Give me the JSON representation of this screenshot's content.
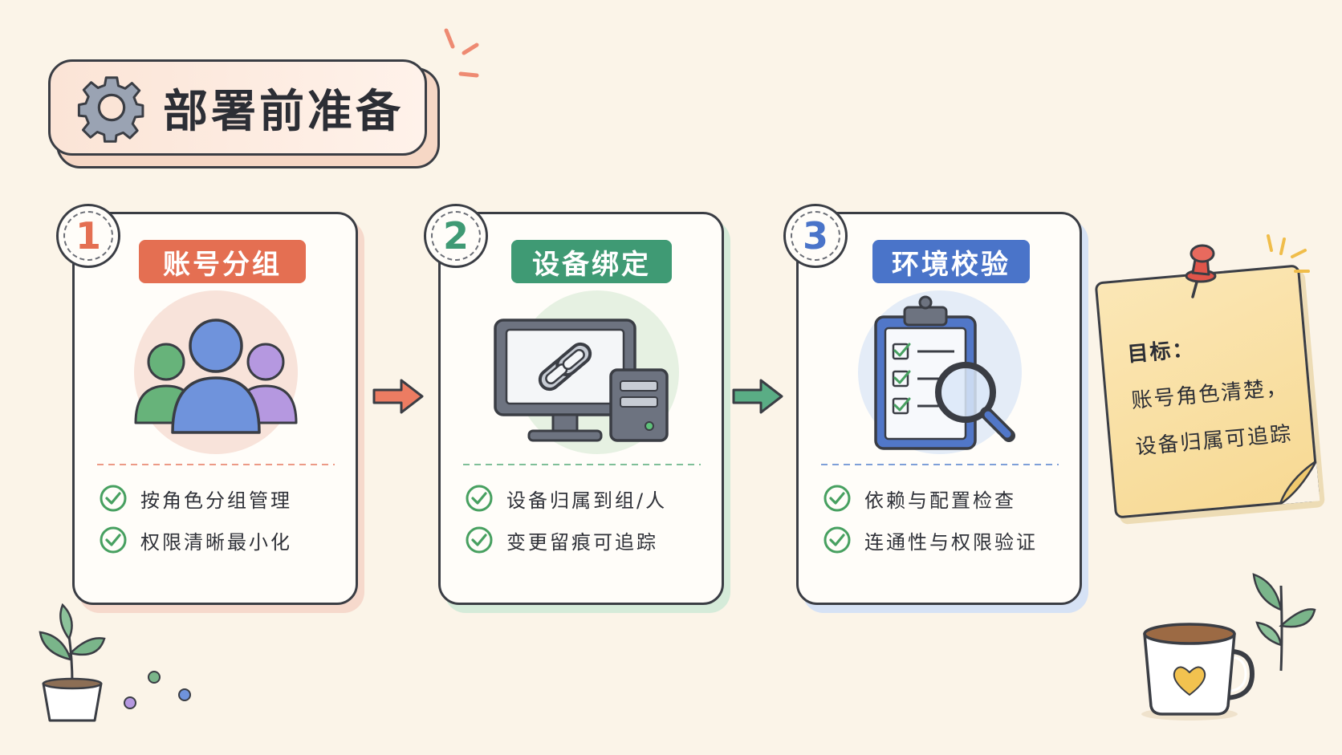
{
  "title": "部署前准备",
  "steps": [
    {
      "number": "1",
      "label": "账号分组",
      "color": "#e46f52",
      "items": [
        "按角色分组管理",
        "权限清晰最小化"
      ]
    },
    {
      "number": "2",
      "label": "设备绑定",
      "color": "#3f9a74",
      "items": [
        "设备归属到组/人",
        "变更留痕可追踪"
      ]
    },
    {
      "number": "3",
      "label": "环境校验",
      "color": "#4a74c9",
      "items": [
        "依赖与配置检查",
        "连通性与权限验证"
      ]
    }
  ],
  "note": {
    "heading": "目标：",
    "lines": [
      "账号角色清楚，",
      "设备归属可追踪"
    ]
  },
  "icons": [
    "gear-icon",
    "users-icon",
    "computer-link-icon",
    "clipboard-search-icon",
    "check-circle-icon",
    "arrow-right-icon",
    "pushpin-icon",
    "plant-icon",
    "coffee-mug-icon"
  ]
}
